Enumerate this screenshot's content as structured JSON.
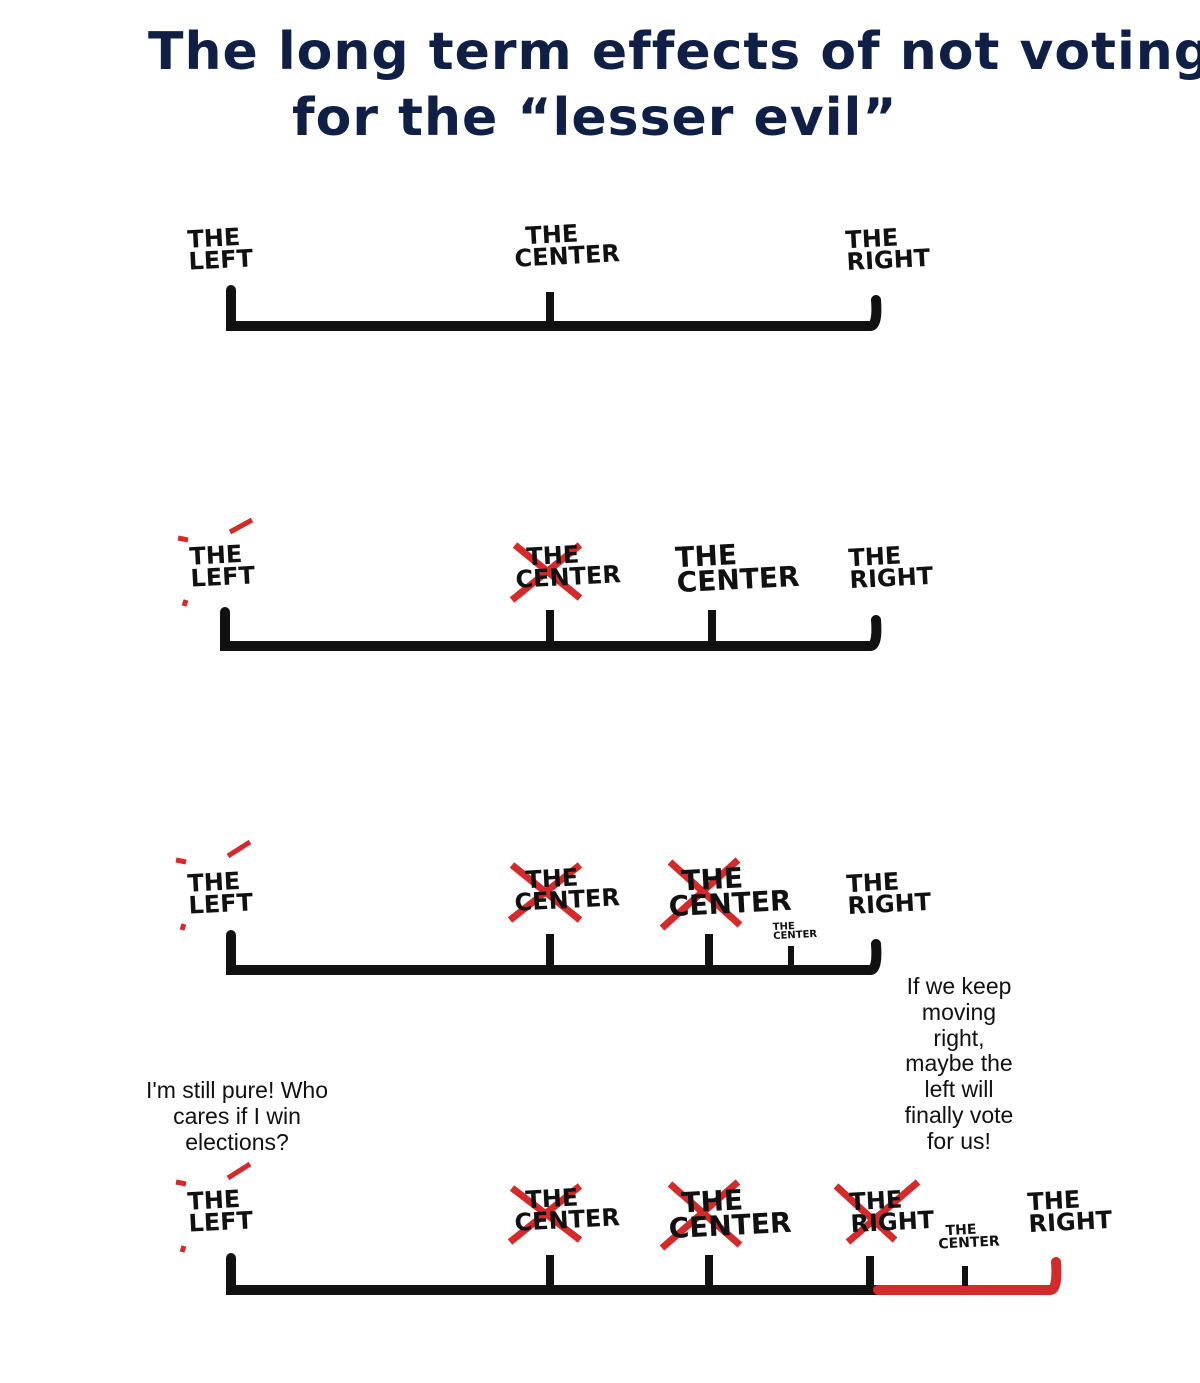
{
  "title": {
    "line1": "The long term effects of not voting",
    "line2": "for the “lesser evil”"
  },
  "labels": {
    "the": "THE",
    "left": "LEFT",
    "center": "CENTER",
    "right": "RIGHT"
  },
  "speech": {
    "left_voter": "I'm still pure! Who cares if I win elections?",
    "center_voter": "If we keep moving right, maybe the left will finally vote for us!"
  },
  "colors": {
    "line": "#111111",
    "cross": "#d42a2a",
    "new_segment": "#d42a2a",
    "title": "#0f1f45"
  }
}
